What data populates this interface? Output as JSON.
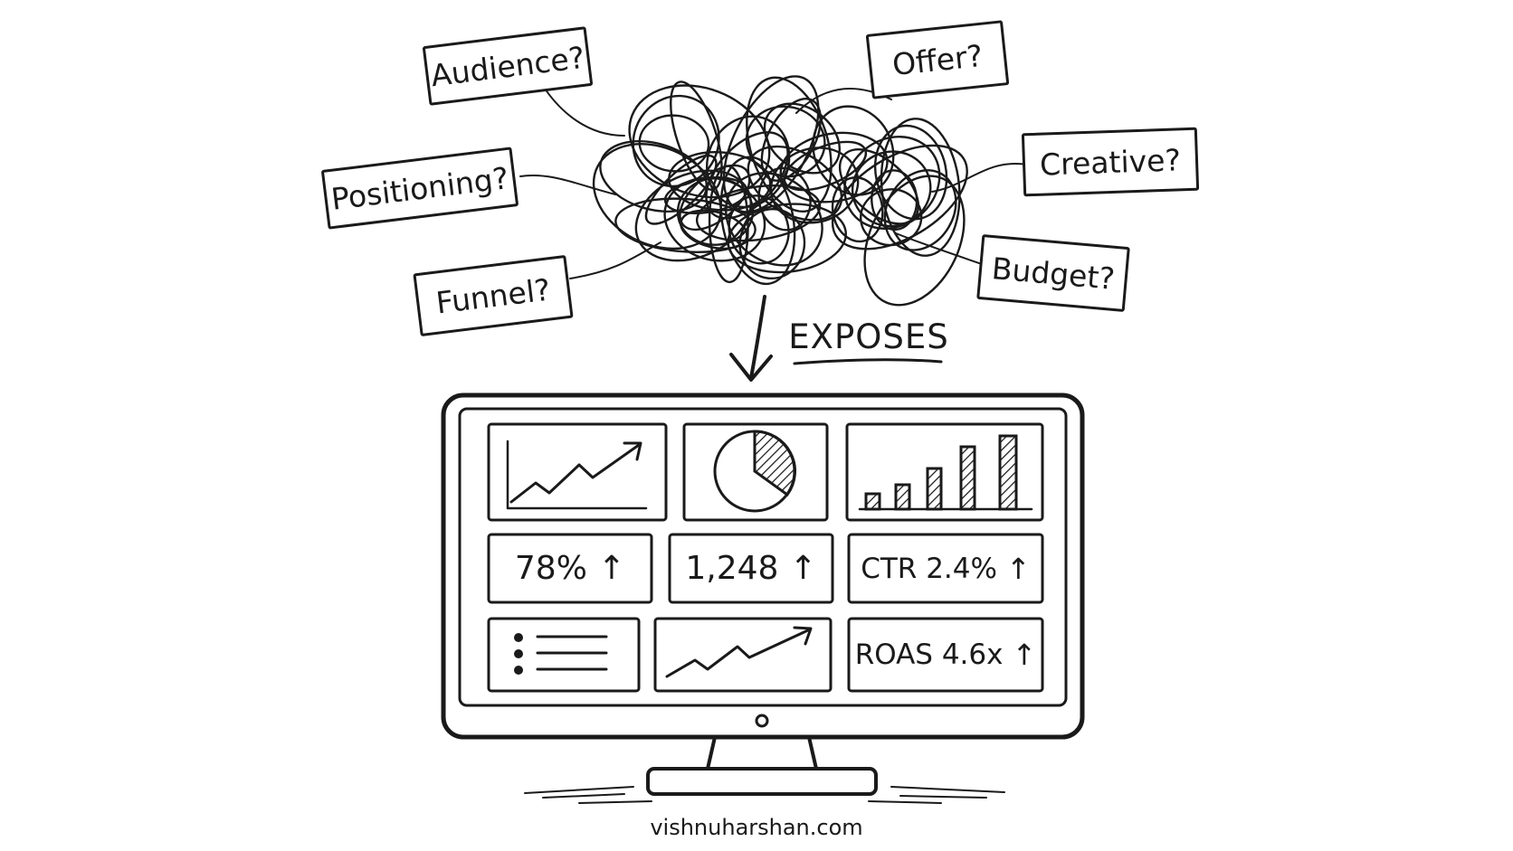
{
  "questions": {
    "audience": "Audience?",
    "offer": "Offer?",
    "positioning": "Positioning?",
    "creative": "Creative?",
    "funnel": "Funnel?",
    "budget": "Budget?"
  },
  "connector": {
    "label": "EXPOSES"
  },
  "dashboard": {
    "metric_1": "78%",
    "metric_2": "1,248",
    "metric_3": "CTR 2.4%",
    "metric_4": "ROAS 4.6x",
    "trend_symbol": "↑"
  },
  "footer": {
    "website": "vishnuharshan.com"
  }
}
